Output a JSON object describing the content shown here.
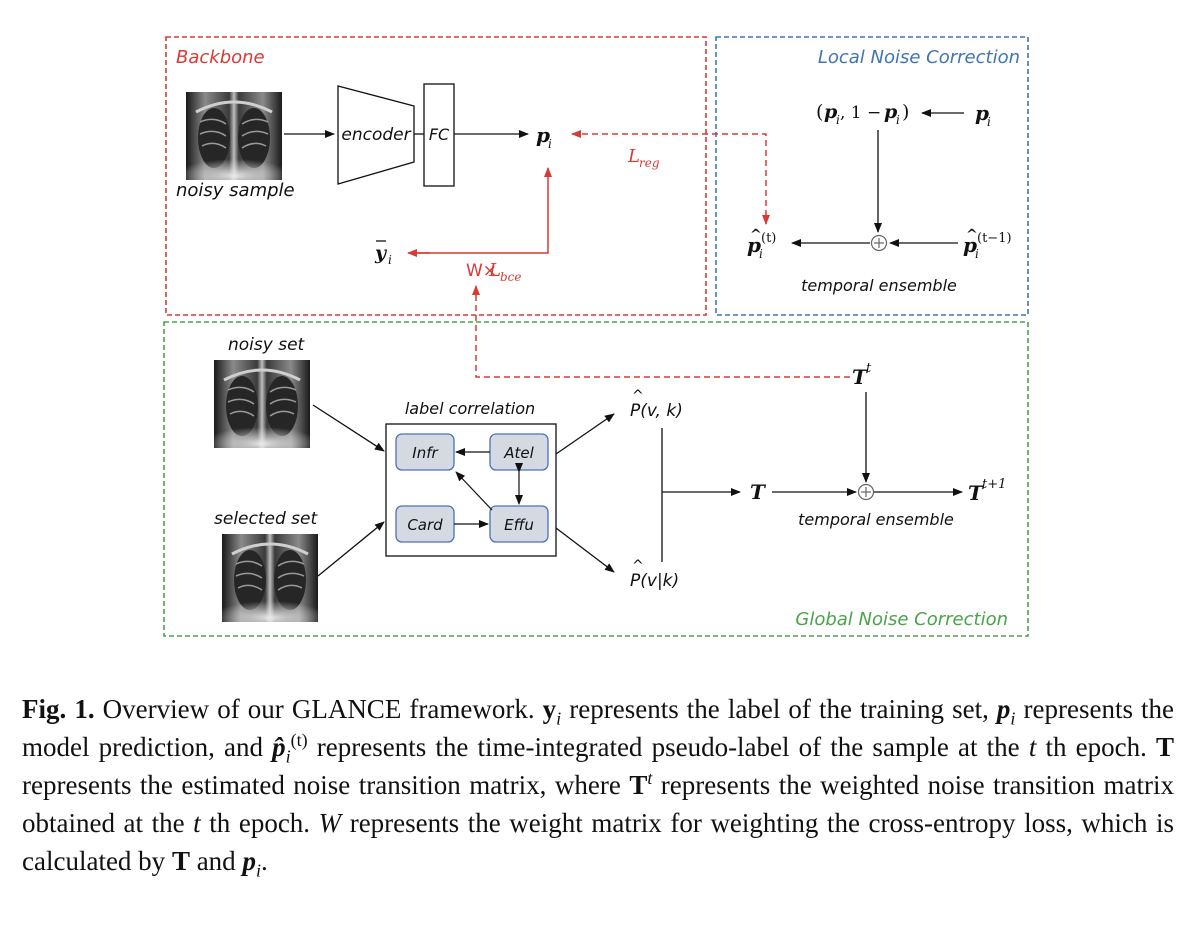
{
  "figure": {
    "panels": {
      "backbone": "Backbone",
      "local": "Local Noise Correction",
      "global": "Global Noise Correction"
    },
    "labels": {
      "noisy_sample": "noisy sample",
      "encoder": "encoder",
      "fc": "FC",
      "temporal_ensemble": "temporal ensemble",
      "noisy_set": "noisy set",
      "selected_set": "selected set",
      "label_correlation": "label correlation",
      "W": "W×",
      "L": "L",
      "bce": "bce",
      "reg": "reg",
      "p_vk": "P(v, k)",
      "p_v_given_k": "P(v|k)",
      "T": "T",
      "t": "t",
      "t_plus_1": "t+1",
      "t_minus_1": "(t−1)",
      "t_paren": "(t)",
      "i": "i",
      "one_minus": ", 1 − "
    },
    "nodes": {
      "infr": "Infr",
      "atel": "Atel",
      "card": "Card",
      "effu": "Effu"
    },
    "colors": {
      "backbone": "#d93a36",
      "local": "#3f74b5",
      "global": "#4aa34a",
      "node_fill": "#d5d9e1",
      "node_stroke": "#4a72b8"
    }
  },
  "caption": {
    "fig": "Fig. 1.",
    "s1": " Overview of our GLANCE framework. ",
    "y": "y",
    "i": "i",
    "s2": " represents the label of the training set, ",
    "p": "p",
    "s3": " represents the model prediction, and ",
    "phat": "p̂",
    "t_paren": "(t)",
    "s4": " represents the time-integrated pseudo-label of the sample at the ",
    "t": "t",
    "s5": " th epoch. ",
    "T": "T",
    "s6": " represents the estimated noise transition matrix, where ",
    "s7": " represents the weighted noise transition matrix obtained at the ",
    "s8": " th epoch. ",
    "W": "W",
    "s9": " represents the weight matrix for weighting the cross-entropy loss, which is calculated by ",
    "s10": " and ",
    "s11": "."
  }
}
